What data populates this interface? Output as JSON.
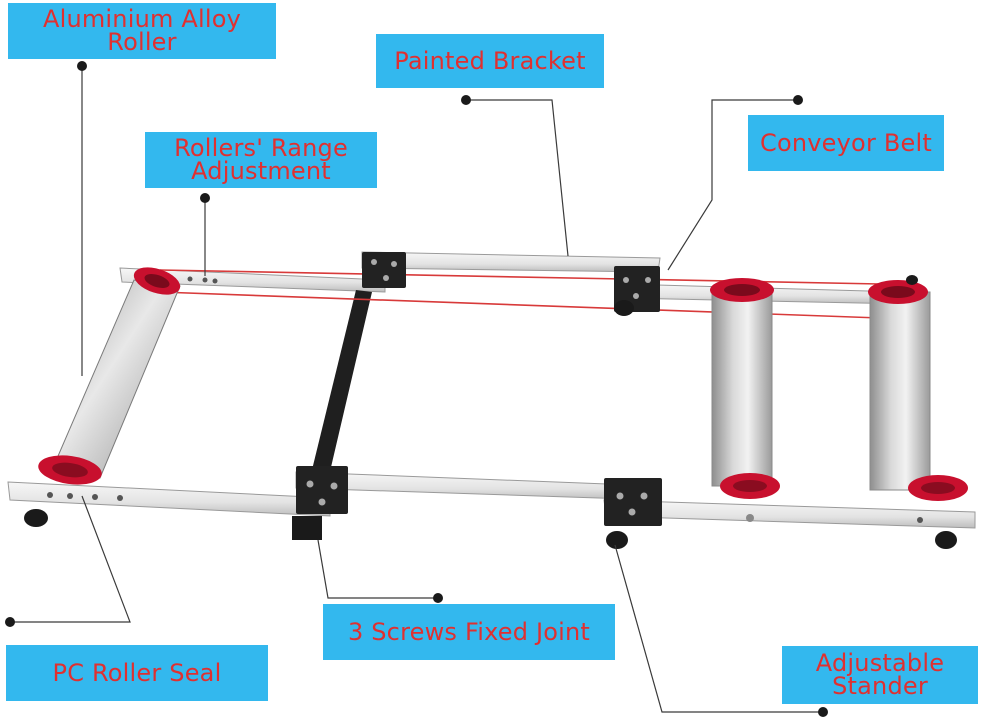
{
  "labels": {
    "aluminium_alloy_roller": [
      "Aluminium Alloy",
      "Roller"
    ],
    "painted_bracket": [
      "Painted Bracket"
    ],
    "rollers_range_adjustment": [
      "Rollers' Range",
      "Adjustment"
    ],
    "conveyor_belt": [
      "Conveyor Belt"
    ],
    "three_screws_fixed_joint": [
      "3 Screws Fixed Joint"
    ],
    "pc_roller_seal": [
      "PC Roller Seal"
    ],
    "adjustable_stander": [
      "Adjustable",
      "Stander"
    ]
  },
  "colors": {
    "label_background": "#33b8ee",
    "label_text": "#e03030",
    "roller_seal": "#c8102e",
    "conveyor_belt": "#d83a3a",
    "frame": "#e6e6e6",
    "leader_line": "#3a3a3a"
  }
}
